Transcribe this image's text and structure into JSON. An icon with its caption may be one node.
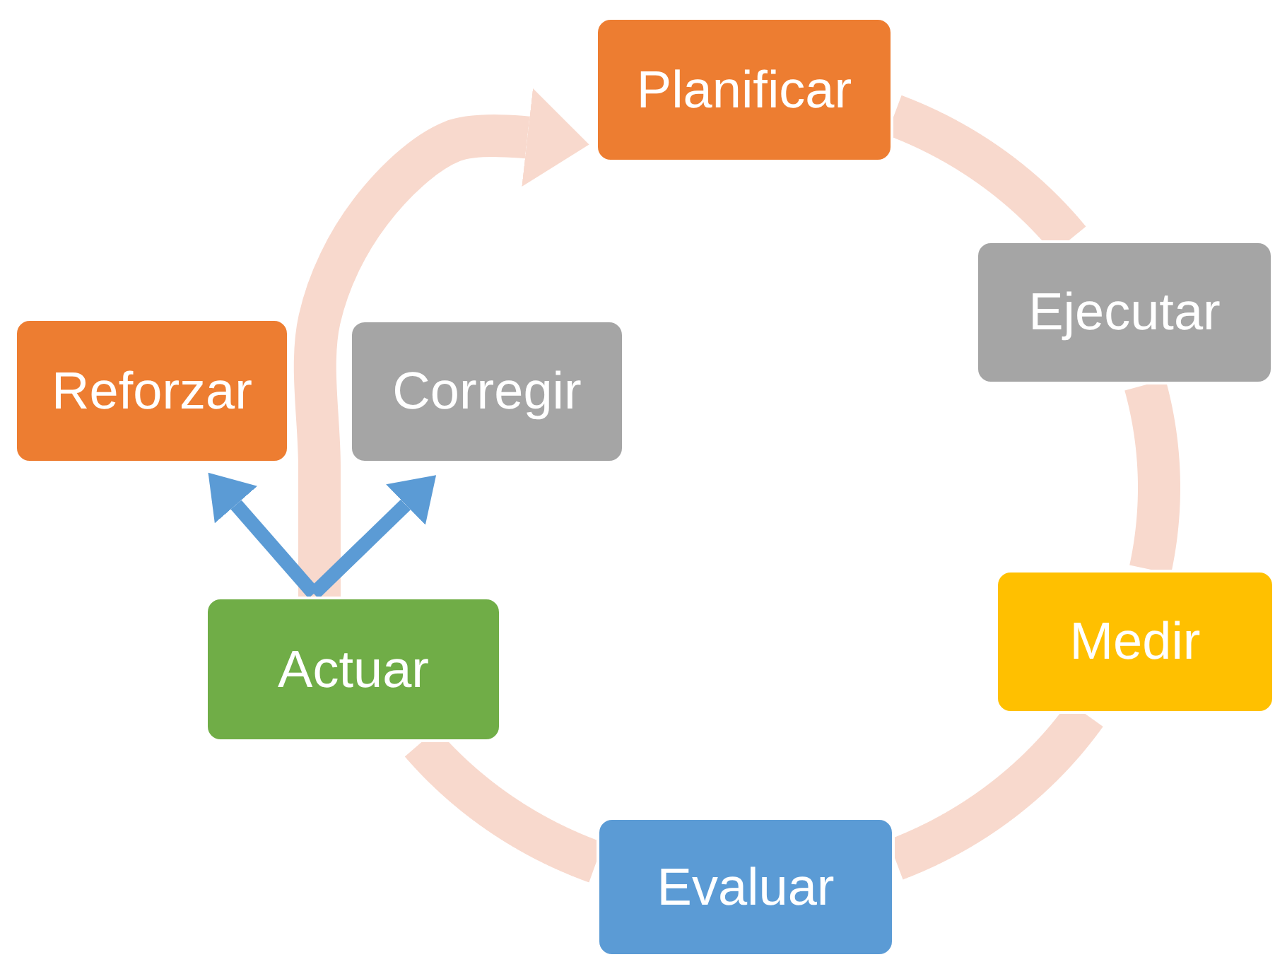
{
  "diagram": {
    "nodes": [
      {
        "text": [
          "Planificar"
        ]
      },
      {
        "text": [
          "Ejecutar"
        ]
      },
      {
        "text": [
          "Medir"
        ]
      },
      {
        "text": [
          "Evaluar"
        ]
      },
      {
        "text": [
          "Actuar"
        ]
      },
      {
        "text": [
          "Reforzar"
        ]
      },
      {
        "text": [
          "Corregir"
        ]
      }
    ],
    "edges": [
      {
        "from": 0,
        "to": 1,
        "arrow": "none"
      },
      {
        "from": 1,
        "to": 2,
        "arrow": "none"
      },
      {
        "from": 2,
        "to": 3,
        "arrow": "none"
      },
      {
        "from": 3,
        "to": 4,
        "arrow": "none"
      },
      {
        "from": 4,
        "to": 0,
        "arrow": "to"
      },
      {
        "from": 4,
        "to": 5,
        "arrow": "to",
        "color": "#5b9bd5"
      },
      {
        "from": 4,
        "to": 6,
        "arrow": "to",
        "color": "#5b9bd5"
      }
    ]
  }
}
